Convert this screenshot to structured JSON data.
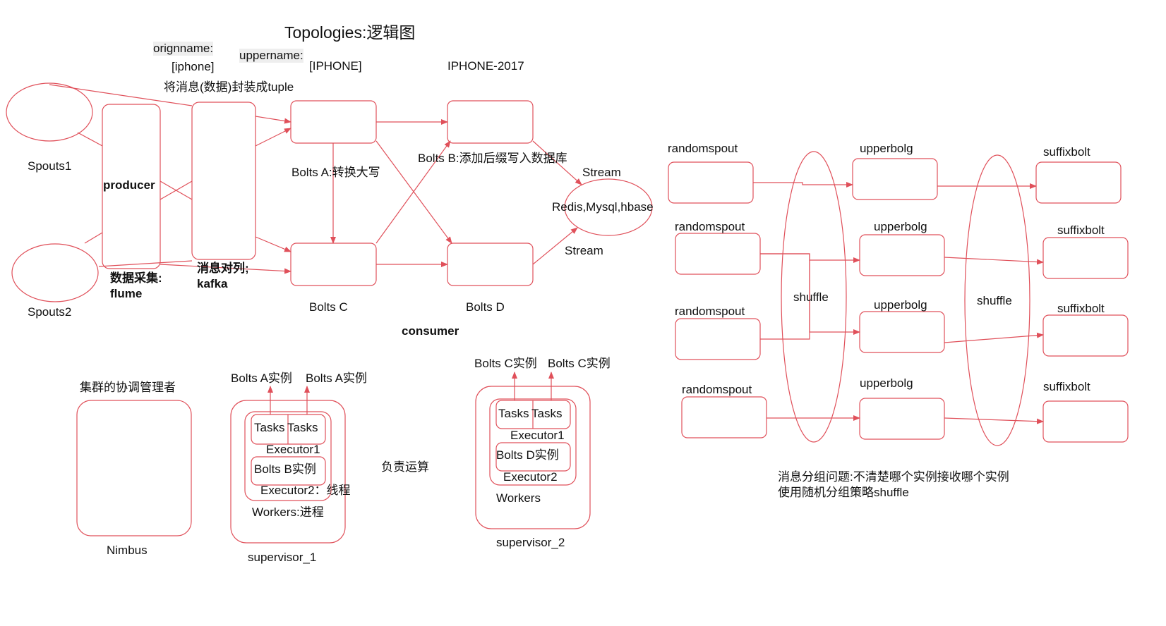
{
  "title": "Topologies:逻辑图",
  "labels": {
    "orignname": "orignname:",
    "iphone_lower": "[iphone]",
    "uppername": "uppername:",
    "iphone_upper": "[IPHONE]",
    "iphone_2017": "IPHONE-2017",
    "wrap_tuple": "将消息(数据)封装成tuple",
    "spouts1": "Spouts1",
    "spouts2": "Spouts2",
    "producer": "producer",
    "collect": "数据采集:",
    "flume": "flume",
    "queue": "消息对列;",
    "kafka": "kafka",
    "bolts_a": "Bolts A:转换大写",
    "bolts_b": "Bolts B:添加后缀写入数据库",
    "stream1": "Stream",
    "stream2": "Stream",
    "redis": "Redis,Mysql,hbase",
    "bolts_c": "Bolts C",
    "bolts_d": "Bolts D",
    "consumer": "consumer"
  },
  "cluster": {
    "coordinator": "集群的协调管理者",
    "nimbus": "Nimbus",
    "bolts_a_inst1": "Bolts A实例",
    "bolts_a_inst2": "Bolts A实例",
    "tasks1": "Tasks",
    "tasks2": "Tasks",
    "executor1_s1": "Executor1",
    "bolts_b_inst": "Bolts B实例",
    "executor2_s1": "Executor2：线程",
    "workers_s1": "Workers:进程",
    "supervisor1": "supervisor_1",
    "compute": "负责运算",
    "bolts_c_inst1": "Bolts C实例",
    "bolts_c_inst2": "Bolts C实例",
    "tasks3": "Tasks",
    "tasks4": "Tasks",
    "executor1_s2": "Executor1",
    "bolts_d_inst": "Bolts D实例",
    "executor2_s2": "Executor2",
    "workers_s2": "Workers",
    "supervisor2": "supervisor_2"
  },
  "grouping": {
    "randomspout": [
      "randomspout",
      "randomspout",
      "randomspout",
      "randomspout"
    ],
    "upperbolg": [
      "upperbolg",
      "upperbolg",
      "upperbolg",
      "upperbolg"
    ],
    "suffixbolt": [
      "suffixbolt",
      "suffixbolt",
      "suffixbolt",
      "suffixbolt"
    ],
    "shuffle1": "shuffle",
    "shuffle2": "shuffle",
    "note1": "消息分组问题:不清楚哪个实例接收哪个实例",
    "note2": "使用随机分组策略shuffle"
  },
  "colors": {
    "stroke": "#e0505a",
    "text": "#111111"
  }
}
